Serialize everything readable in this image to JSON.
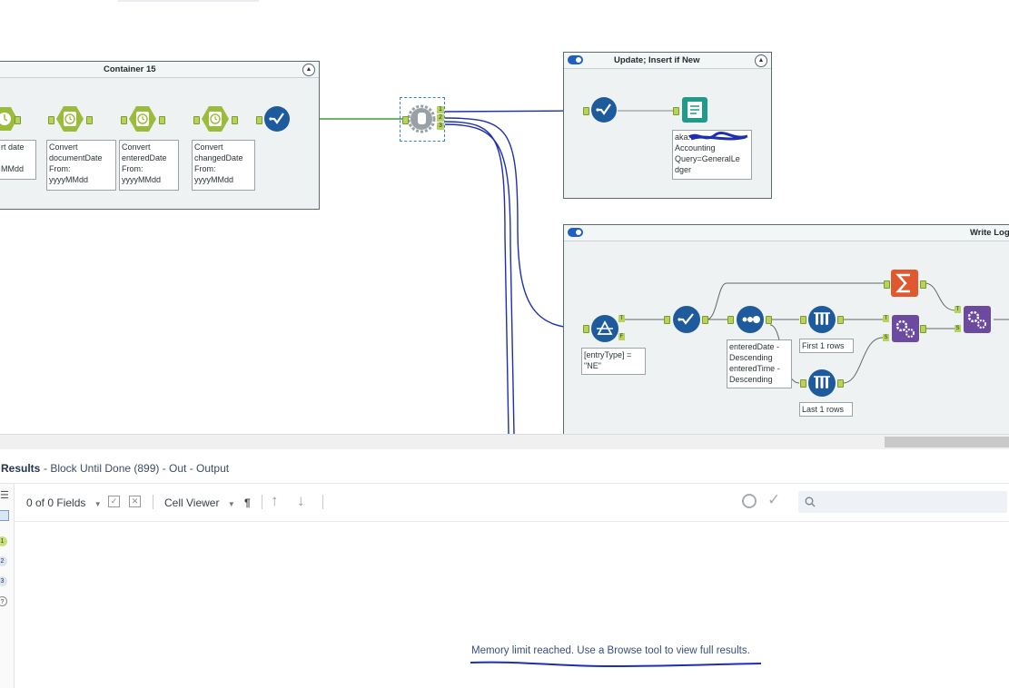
{
  "canvas": {
    "containers": [
      {
        "name": "container-15",
        "title": "Container 15"
      },
      {
        "name": "container-update",
        "title": "Update; Insert if New"
      },
      {
        "name": "container-write-log",
        "title": "Write Log"
      }
    ],
    "notes": {
      "convert_partial": "rt date\n\nMMdd",
      "convert_document": "Convert\ndocumentDate\nFrom:\nyyyyMMdd",
      "convert_entered": "Convert\nenteredDate\nFrom:\nyyyyMMdd",
      "convert_changed": "Convert\nchangedDate\nFrom:\nyyyyMMdd",
      "output_config": "aka:\nAccounting\nQuery=GeneralLe\ndger",
      "filter_expr": "[entryType] =\n\"NE\"",
      "sort_config": "enteredDate -\nDescending\nenteredTime -\nDescending",
      "first_rows": "First 1 rows",
      "last_rows": "Last 1 rows"
    },
    "anchors": {
      "one": "1",
      "two": "2",
      "three": "3",
      "t": "T",
      "f": "F",
      "s": "S"
    },
    "colors": {
      "connection_green": "#3a9b3a",
      "connection_blue": "#1f2fb0",
      "tool_blue": "#1d5b9c",
      "tool_green": "#9bbb3c",
      "tool_purple": "#6b4aa0",
      "tool_orange": "#e0582f",
      "output_teal": "#1e9b8a"
    }
  },
  "results": {
    "label": "Results",
    "detail": "- Block Until Done (899) - Out - Output",
    "fields_label": "0 of 0 Fields",
    "cell_viewer_label": "Cell Viewer",
    "pilcrow": "¶",
    "rail_badges": [
      "1",
      "2",
      "3",
      "?"
    ],
    "message": "Memory limit reached. Use a Browse tool to view full results."
  }
}
